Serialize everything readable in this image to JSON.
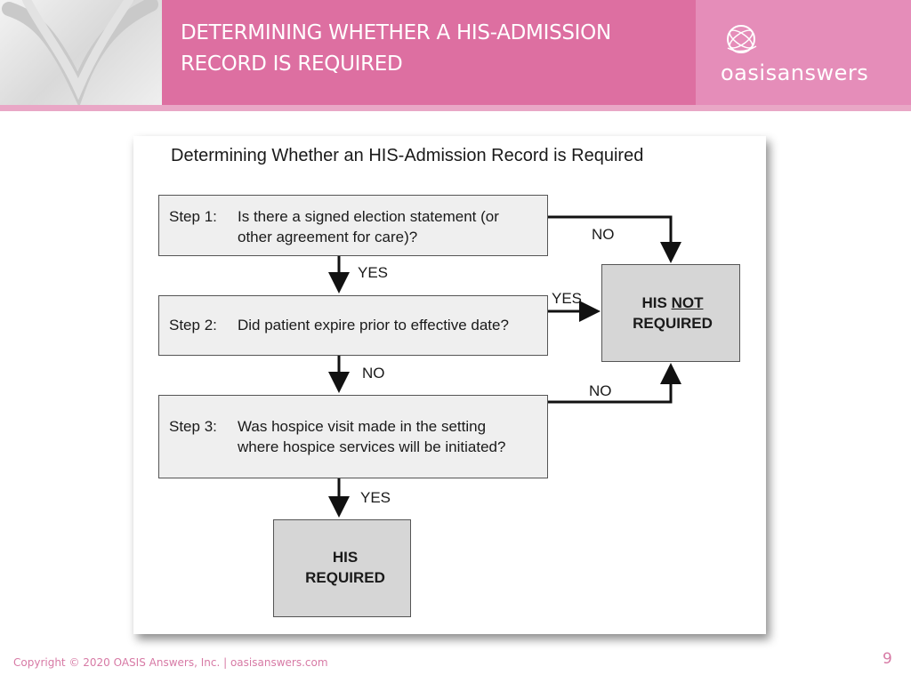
{
  "header": {
    "title_line1": "DETERMINING WHETHER A HIS-ADMISSION",
    "title_line2": "RECORD IS REQUIRED",
    "logo_text": "oasisanswers"
  },
  "diagram": {
    "title": "Determining Whether an HIS-Admission Record is Required",
    "steps": [
      {
        "label": "Step 1:",
        "line1": "Is there a signed election statement (or",
        "line2": "other agreement for care)?"
      },
      {
        "label": "Step 2:",
        "line1": "Did patient expire prior to effective date?",
        "line2": ""
      },
      {
        "label": "Step 3:",
        "line1": "Was hospice visit made in the setting",
        "line2": "where hospice services will be initiated?"
      }
    ],
    "not_required": {
      "prefix": "HIS ",
      "emph": "NOT",
      "line2": "REQUIRED"
    },
    "required": {
      "line1": "HIS",
      "line2": "REQUIRED"
    },
    "edges": {
      "step1_no": "NO",
      "step1_yes": "YES",
      "step2_yes": "YES",
      "step2_no": "NO",
      "step3_no": "NO",
      "step3_yes": "YES"
    }
  },
  "footer": {
    "copyright": "Copyright © 2020 OASIS Answers, Inc.   |   oasisanswers.com",
    "page": "9"
  },
  "colors": {
    "title_band": "#dd6fa1",
    "logo_band": "#e58db9",
    "stripe": "#e9a7c6",
    "box_fill": "#efefef",
    "result_fill": "#d6d6d6"
  }
}
